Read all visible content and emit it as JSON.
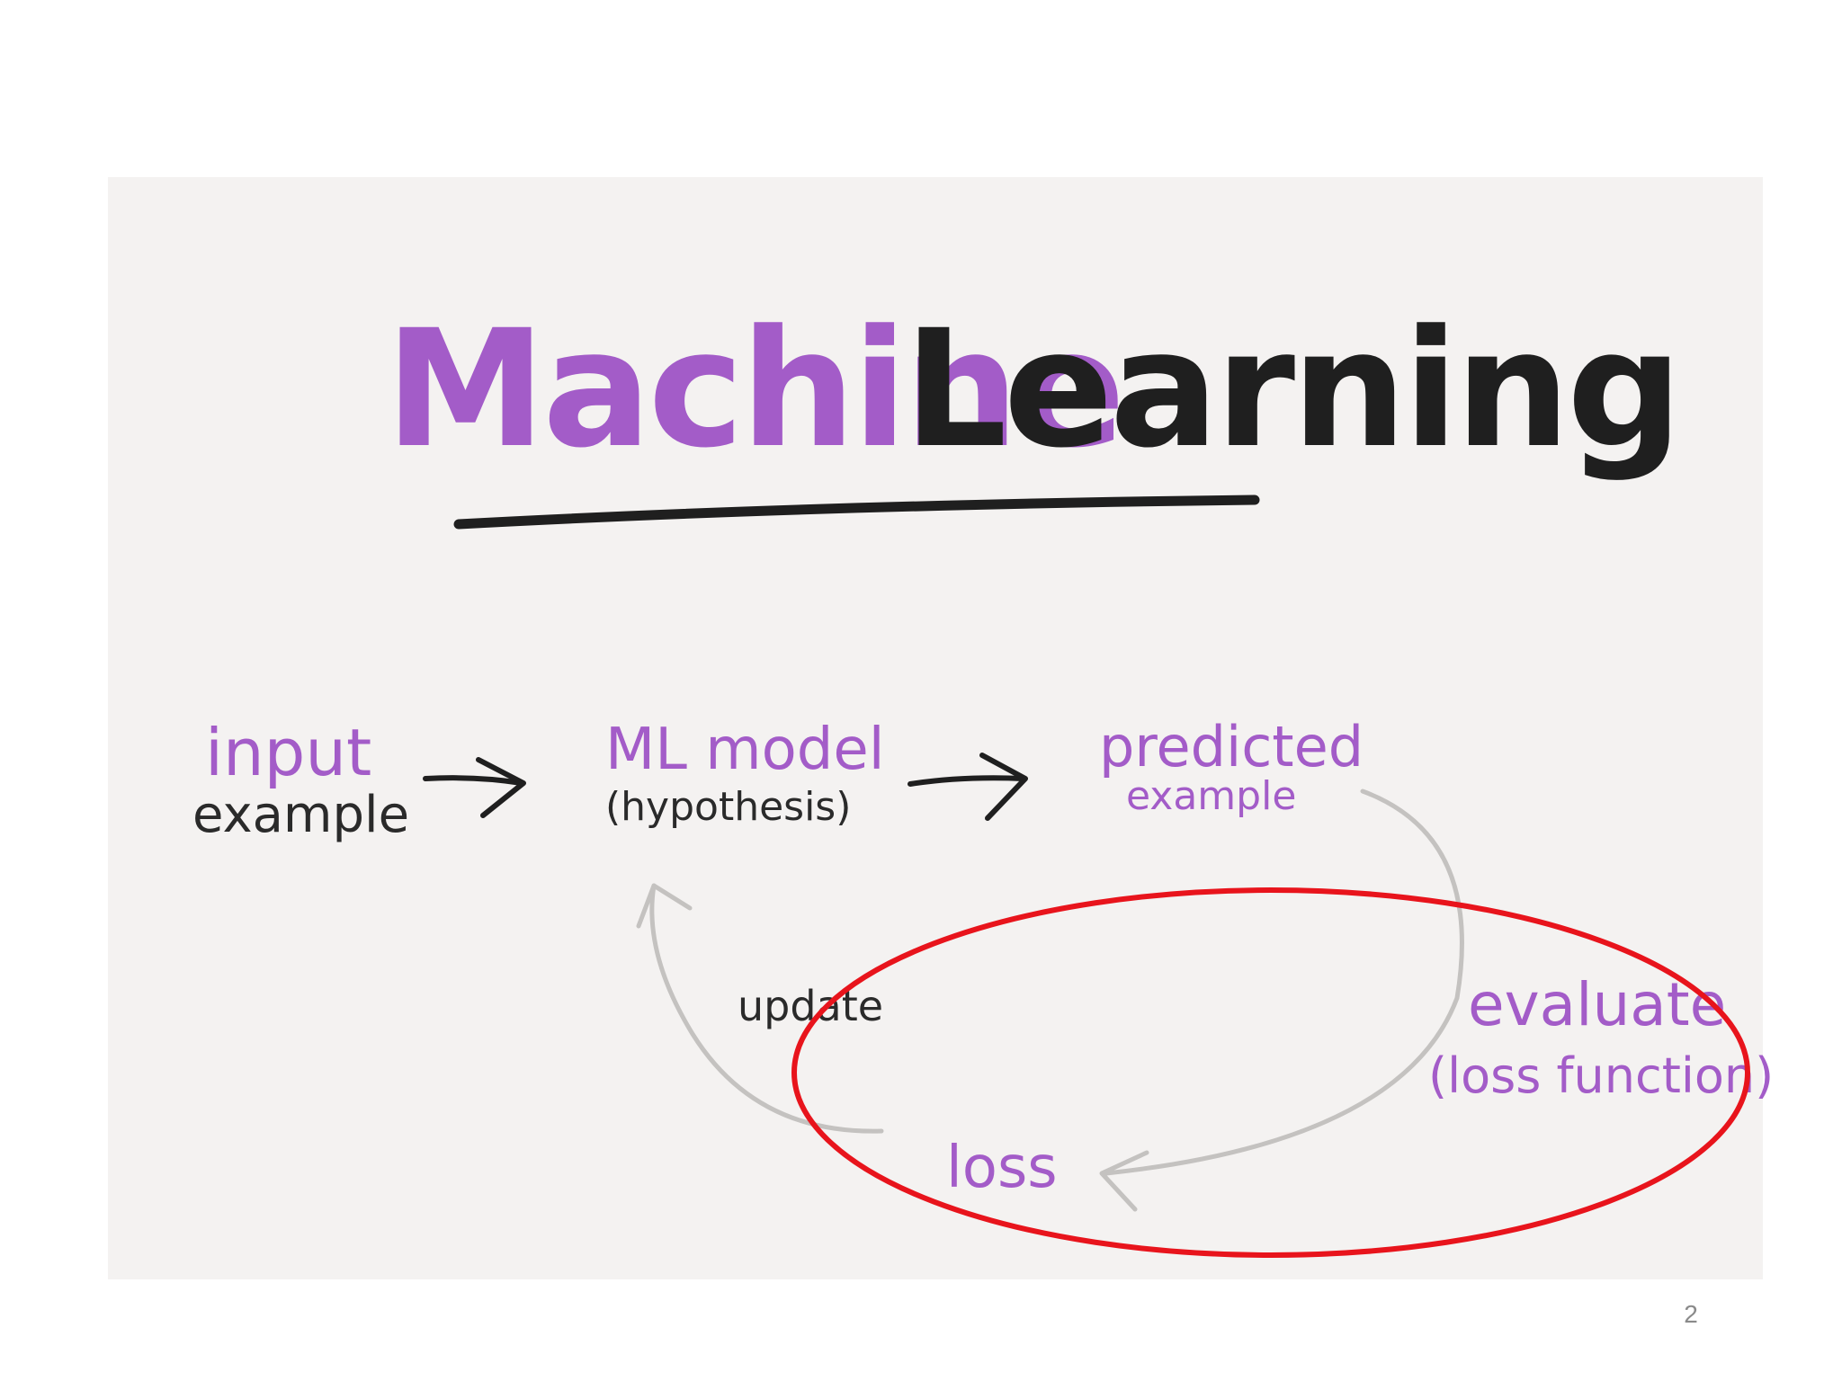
{
  "title": {
    "word1": "Machine",
    "word2": "Learning"
  },
  "nodes": {
    "input": {
      "line1": "input",
      "line2": "example"
    },
    "model": {
      "line1": "ML model",
      "line2": "(hypothesis)"
    },
    "predicted": {
      "line1": "predicted",
      "line2": "example"
    },
    "evaluate": {
      "line1": "evaluate",
      "line2": "(loss function)"
    },
    "loss": {
      "label": "loss"
    },
    "update": {
      "label": "update"
    }
  },
  "page_number": "2",
  "colors": {
    "purple": "#a35cc8",
    "dark": "#1f1f1f",
    "arrow_gray": "#c4c2c0",
    "highlight_red": "#e8141c",
    "panel_bg": "#f4f2f1"
  }
}
